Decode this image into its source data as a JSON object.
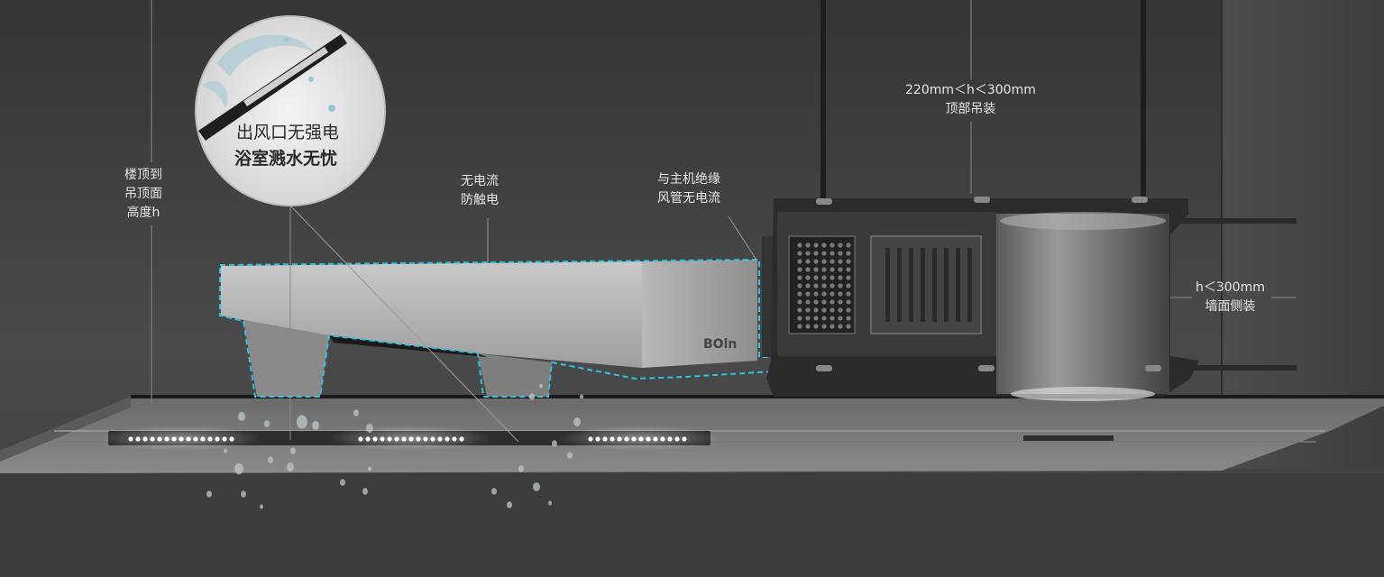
{
  "labels": {
    "ceiling_height": [
      "楼顶到",
      "吊顶面",
      "高度h"
    ],
    "no_current_body": [
      "无电流",
      "防触电"
    ],
    "insulated_duct": [
      "与主机绝缘",
      "风管无电流"
    ],
    "top_mount": [
      "220mm＜h＜300mm",
      "顶部吊装"
    ],
    "wall_mount": [
      "h＜300mm",
      "墙面侧装"
    ]
  },
  "zoom_callout": {
    "line1": "出风口无强电",
    "line2": "浴室溅水无忧"
  },
  "brand": "BOln",
  "colors": {
    "highlight_outline": "#2fc4e0",
    "background": "#3a3a3a",
    "led": "#ffffff"
  }
}
